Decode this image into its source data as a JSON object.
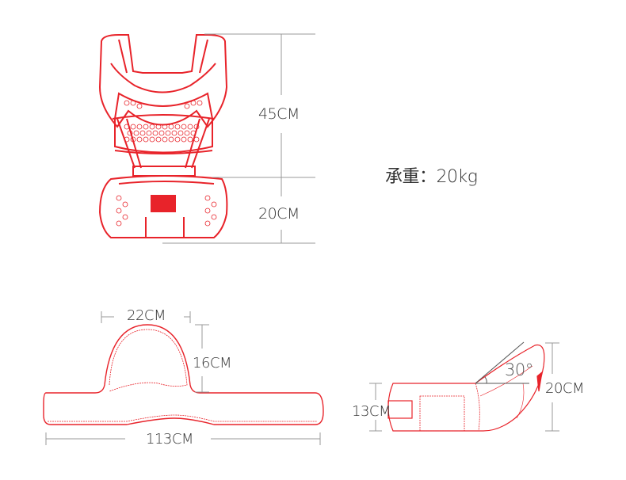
{
  "colors": {
    "outline": "#e8232a",
    "dim_line": "#999999",
    "text": "#333333",
    "patch": "#e8232a"
  },
  "carrier_front": {
    "height_top": "45CM",
    "height_bottom": "20CM"
  },
  "load": {
    "label": "承重：20kg"
  },
  "waist_belt": {
    "seat_width": "22CM",
    "seat_height": "16CM",
    "total_length": "113CM"
  },
  "seat_side": {
    "angle": "30°",
    "height_left": "13CM",
    "height_right": "20CM"
  }
}
